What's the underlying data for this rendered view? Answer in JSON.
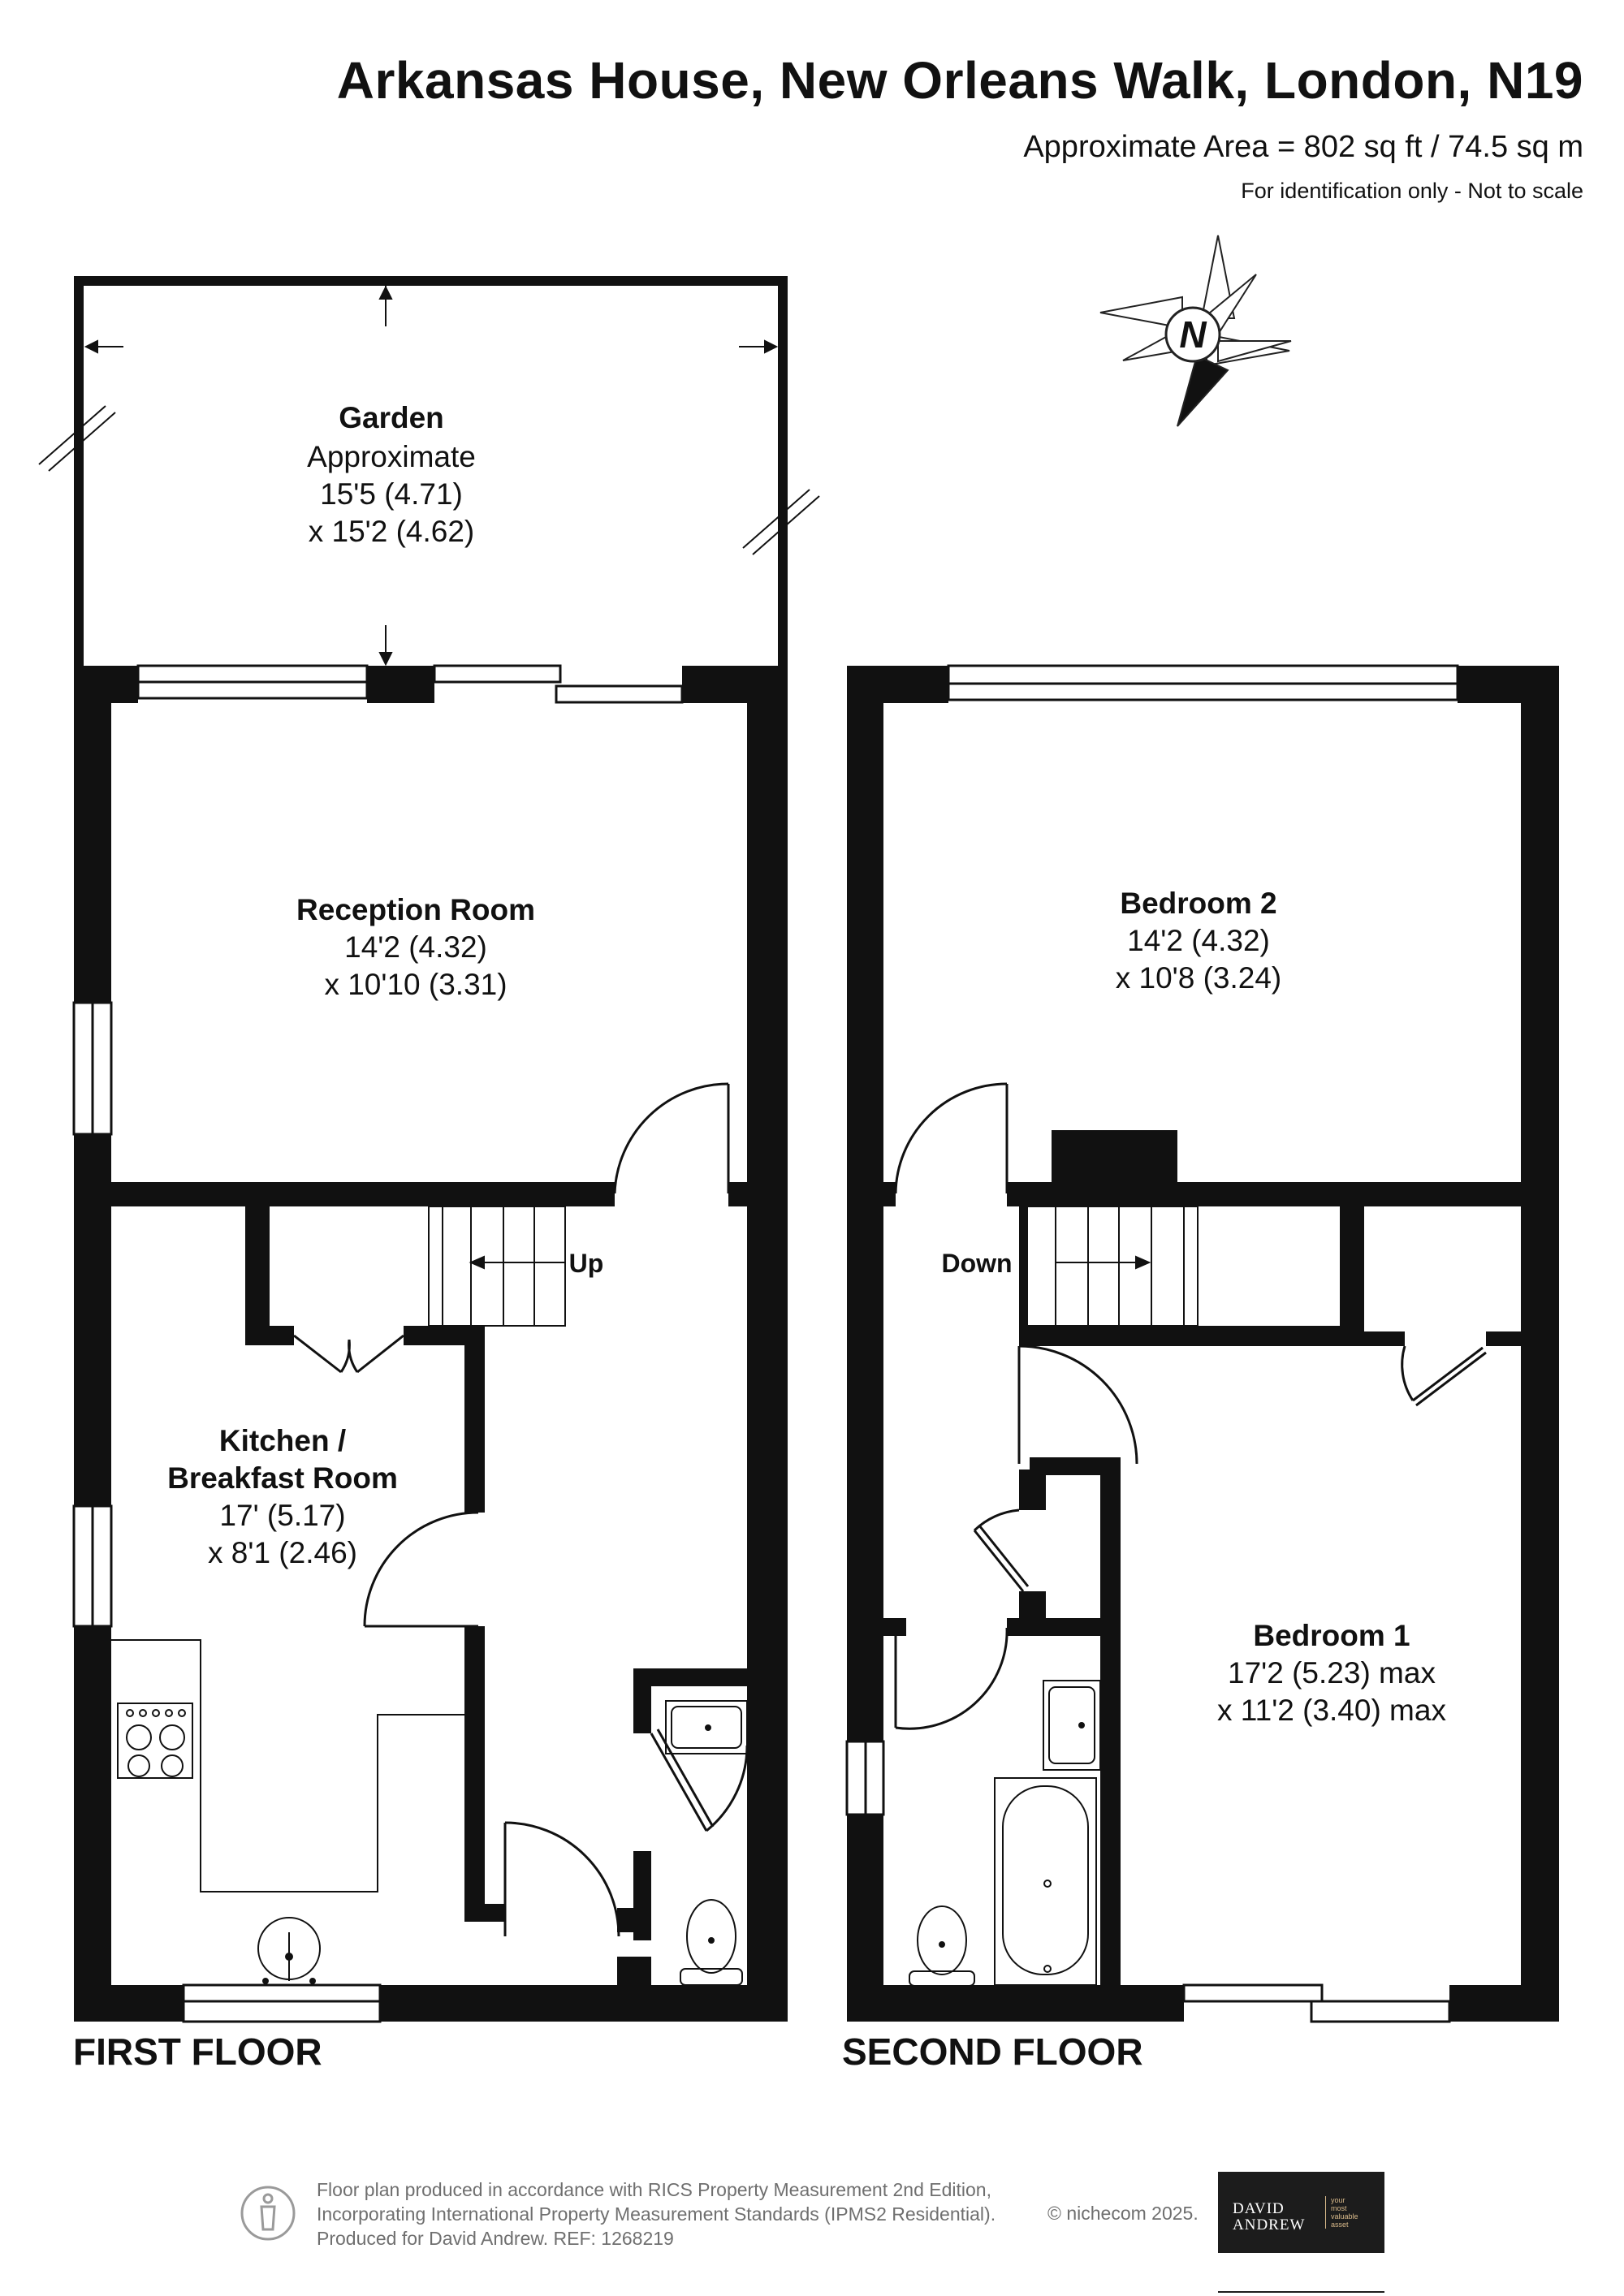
{
  "header": {
    "title": "Arkansas House, New Orleans Walk, London, N19",
    "area": "Approximate Area = 802 sq ft / 74.5 sq m",
    "note": "For identification only - Not to scale"
  },
  "compass": {
    "letter": "N"
  },
  "first_floor": {
    "label": "FIRST FLOOR",
    "stairs_label": "Up",
    "garden": {
      "name": "Garden",
      "l1": "Approximate",
      "l2": "15'5 (4.71)",
      "l3": "x 15'2 (4.62)"
    },
    "reception": {
      "name": "Reception Room",
      "l1": "14'2 (4.32)",
      "l2": "x 10'10 (3.31)"
    },
    "kitchen": {
      "name1": "Kitchen /",
      "name2": "Breakfast Room",
      "l1": "17' (5.17)",
      "l2": "x 8'1 (2.46)"
    }
  },
  "second_floor": {
    "label": "SECOND FLOOR",
    "stairs_label": "Down",
    "bedroom2": {
      "name": "Bedroom 2",
      "l1": "14'2 (4.32)",
      "l2": "x 10'8 (3.24)"
    },
    "bedroom1": {
      "name": "Bedroom 1",
      "l1": "17'2 (5.23) max",
      "l2": "x 11'2 (3.40) max"
    }
  },
  "footer": {
    "line1": "Floor plan produced in accordance with RICS Property Measurement 2nd Edition,",
    "line2": "Incorporating International Property Measurement Standards (IPMS2 Residential).",
    "line3": "Produced for David Andrew.   REF:  1268219",
    "copyright": "© nichecom 2025.",
    "logo_name1": "DAVID",
    "logo_name2": "ANDREW",
    "logo_tag1": "your",
    "logo_tag2": "most",
    "logo_tag3": "valuable",
    "logo_tag4": "asset"
  }
}
